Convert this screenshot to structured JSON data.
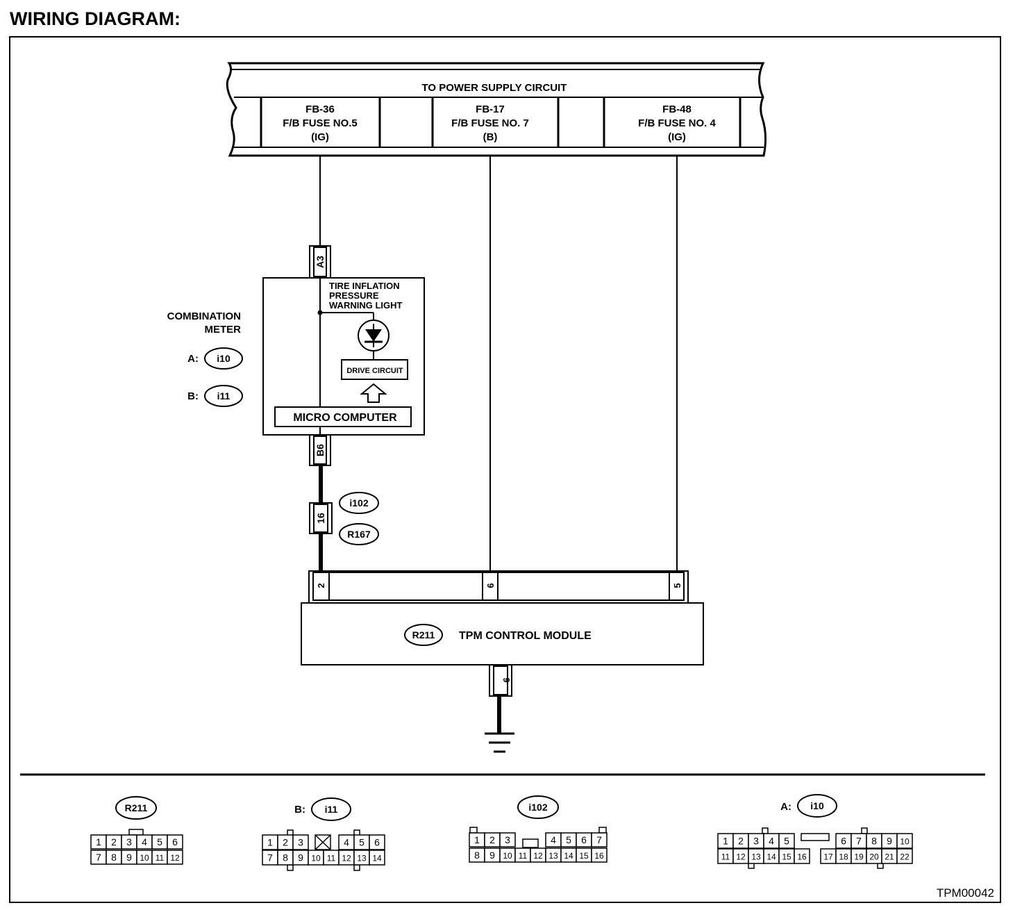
{
  "title": "WIRING DIAGRAM:",
  "power_supply": {
    "label": "TO POWER SUPPLY CIRCUIT",
    "fuses": [
      {
        "id": "FB-36",
        "name": "F/B FUSE NO.5",
        "type": "(IG)"
      },
      {
        "id": "FB-17",
        "name": "F/B FUSE NO. 7",
        "type": "(B)"
      },
      {
        "id": "FB-48",
        "name": "F/B FUSE NO. 4",
        "type": "(IG)"
      }
    ]
  },
  "combination_meter": {
    "label_line1": "COMBINATION",
    "label_line2": "METER",
    "connector_a_prefix": "A:",
    "connector_a": "i10",
    "connector_b_prefix": "B:",
    "connector_b": "i11",
    "pin_a": "A3",
    "pin_b": "B6",
    "warning_light_line1": "TIRE INFLATION",
    "warning_light_line2": "PRESSURE",
    "warning_light_line3": "WARNING LIGHT",
    "drive_circuit": "DRIVE CIRCUIT",
    "micro_computer": "MICRO COMPUTER"
  },
  "intermediate_connector": {
    "pin": "16",
    "connector_1": "i102",
    "connector_2": "R167"
  },
  "tpm_module": {
    "connector": "R211",
    "label": "TPM CONTROL MODULE",
    "pins": [
      "2",
      "6",
      "5"
    ],
    "ground_pin": "9"
  },
  "connector_views": {
    "r211": {
      "name": "R211",
      "row1": [
        "1",
        "2",
        "3",
        "4",
        "5",
        "6"
      ],
      "row2": [
        "7",
        "8",
        "9",
        "10",
        "11",
        "12"
      ]
    },
    "i11": {
      "prefix": "B:",
      "name": "i11",
      "row1_left": [
        "1",
        "2",
        "3"
      ],
      "row1_right": [
        "4",
        "5",
        "6"
      ],
      "row2": [
        "7",
        "8",
        "9",
        "10",
        "11",
        "12",
        "13",
        "14"
      ]
    },
    "i102": {
      "name": "i102",
      "row1_left": [
        "1",
        "2",
        "3"
      ],
      "row1_right": [
        "4",
        "5",
        "6",
        "7"
      ],
      "row2": [
        "8",
        "9",
        "10",
        "11",
        "12",
        "13",
        "14",
        "15",
        "16"
      ]
    },
    "i10": {
      "prefix": "A:",
      "name": "i10",
      "row1_left": [
        "1",
        "2",
        "3",
        "4",
        "5"
      ],
      "row1_right": [
        "6",
        "7",
        "8",
        "9",
        "10"
      ],
      "row2_left": [
        "11",
        "12",
        "13",
        "14",
        "15",
        "16"
      ],
      "row2_right": [
        "17",
        "18",
        "19",
        "20",
        "21",
        "22"
      ]
    }
  },
  "code": "TPM00042"
}
